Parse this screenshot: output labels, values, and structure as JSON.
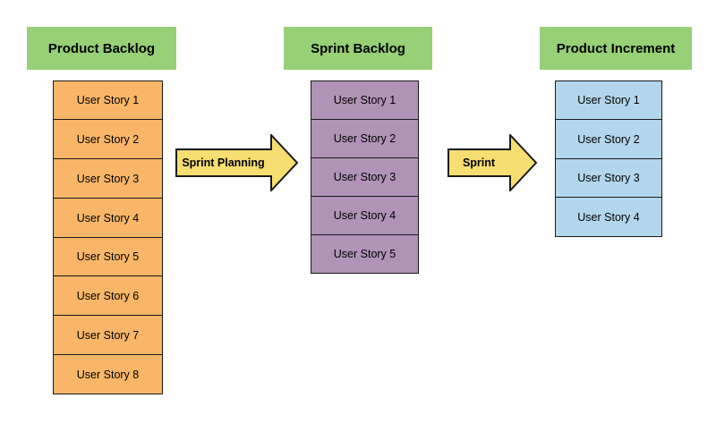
{
  "diagram": {
    "background": "#ffffff",
    "border_color": "#1a1a1a",
    "columns": [
      {
        "title": "Product Backlog",
        "header_color": "#97d077",
        "box_color": "#f9b668",
        "items": [
          "User Story 1",
          "User Story 2",
          "User Story 3",
          "User Story 4",
          "User Story 5",
          "User Story 6",
          "User Story 7",
          "User Story 8"
        ]
      },
      {
        "title": "Sprint Backlog",
        "header_color": "#97d077",
        "box_color": "#b093b6",
        "items": [
          "User Story 1",
          "User Story 2",
          "User Story 3",
          "User Story 4",
          "User Story 5"
        ]
      },
      {
        "title": "Product Increment",
        "header_color": "#97d077",
        "box_color": "#b4d6ec",
        "items": [
          "User Story 1",
          "User Story 2",
          "User Story 3",
          "User Story 4"
        ]
      }
    ],
    "arrows": [
      {
        "label": "Sprint Planning",
        "fill": "#f7de70",
        "stroke": "#1a1a1a"
      },
      {
        "label": "Sprint",
        "fill": "#f7de70",
        "stroke": "#1a1a1a"
      }
    ]
  }
}
